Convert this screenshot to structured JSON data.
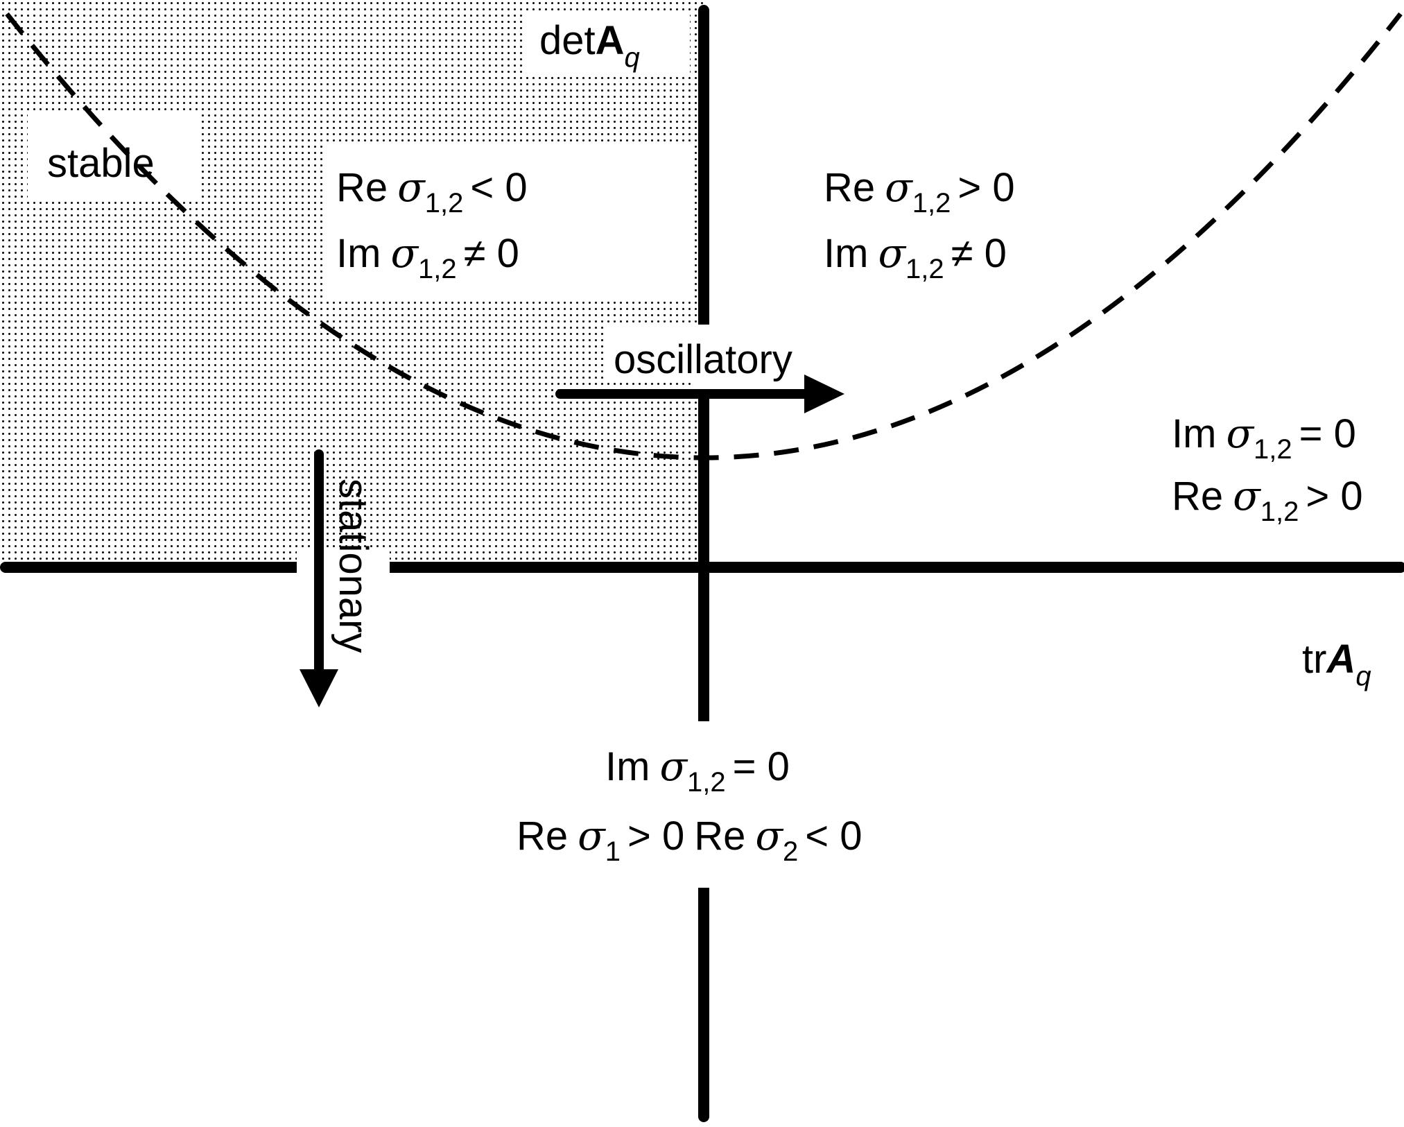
{
  "colors": {
    "ink": "#000000",
    "background": "#ffffff",
    "stable_region": "dotted-grey"
  },
  "axes": {
    "y_axis_label": {
      "base": "det",
      "matrix": "A",
      "subscript": "q"
    },
    "x_axis_label": {
      "base": "tr",
      "matrix": "A",
      "subscript": "q"
    }
  },
  "regions": {
    "stable_label": "stable",
    "upper_left": {
      "line1": {
        "prefix": "Re",
        "symbol": "σ",
        "subscript": "1,2",
        "relation": "< 0"
      },
      "line2": {
        "prefix": "Im",
        "symbol": "σ",
        "subscript": "1,2",
        "relation": "≠ 0"
      }
    },
    "upper_right": {
      "line1": {
        "prefix": "Re",
        "symbol": "σ",
        "subscript": "1,2",
        "relation": "> 0"
      },
      "line2": {
        "prefix": "Im",
        "symbol": "σ",
        "subscript": "1,2",
        "relation": "≠ 0"
      }
    },
    "right": {
      "line1": {
        "prefix": "Im",
        "symbol": "σ",
        "subscript": "1,2",
        "relation": "= 0"
      },
      "line2": {
        "prefix": "Re",
        "symbol": "σ",
        "subscript": "1,2",
        "relation": "> 0"
      }
    },
    "bottom": {
      "line1": {
        "prefix": "Im",
        "symbol": "σ",
        "subscript": "1,2",
        "relation": "= 0"
      },
      "line2": {
        "prefix_a": "Re",
        "symbol_a": "σ",
        "subscript_a": "1",
        "relation_a": "> 0",
        "prefix_b": "Re",
        "symbol_b": "σ",
        "subscript_b": "2",
        "relation_b": "< 0"
      }
    }
  },
  "arrows": {
    "oscillatory_label": "oscillatory",
    "stationary_label": "stationary"
  }
}
